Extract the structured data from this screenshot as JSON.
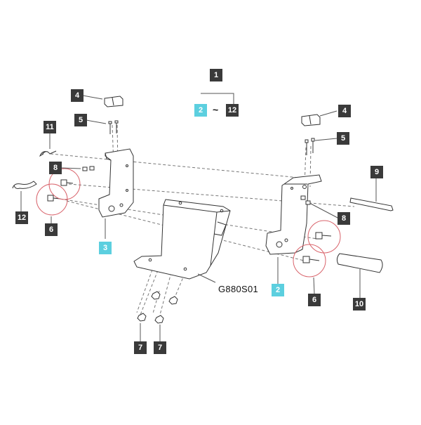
{
  "diagram": {
    "reference_code": "G880S01",
    "range_separator": "~",
    "colors": {
      "callout_dark": "#3a3a3a",
      "callout_cyan": "#5ccfdf",
      "line": "#555555",
      "highlight_circle": "#d9636b"
    },
    "callouts": {
      "assembly": "1",
      "range_start": "2",
      "range_end": "12",
      "cap_left": "4",
      "cap_right": "4",
      "screw_left": "5",
      "screw_right": "5",
      "clip": "11",
      "nut_left": "8",
      "nut_right": "8",
      "pin_clip": "12",
      "bolt_left": "6",
      "bolt_right": "6",
      "bracket_left": "3",
      "bracket_right": "2",
      "pin_long": "9",
      "pin_short": "10",
      "nut_bottom_1": "7",
      "nut_bottom_2": "7"
    }
  }
}
